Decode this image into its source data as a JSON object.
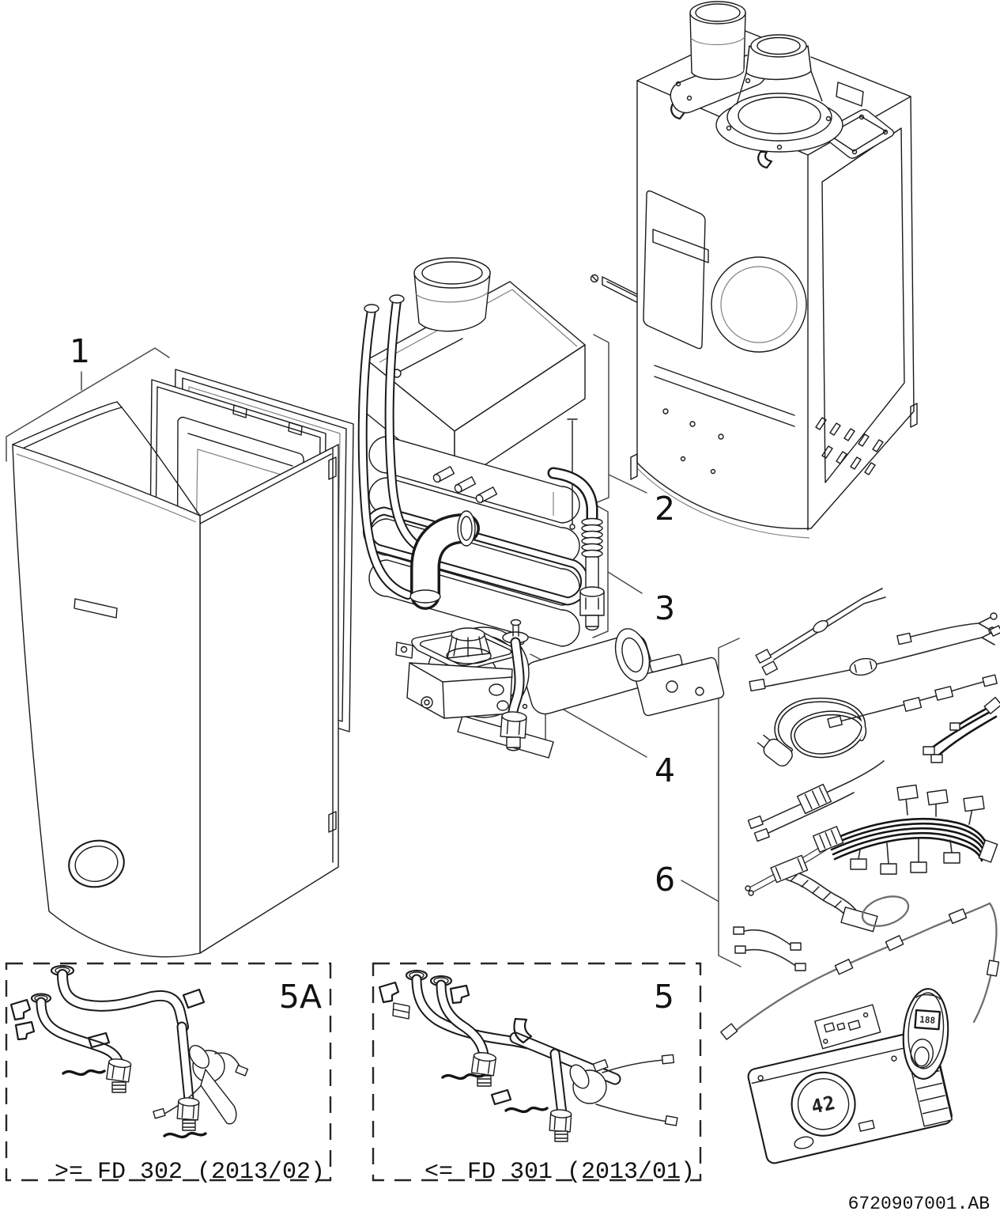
{
  "colors": {
    "background": "#ffffff",
    "line": "#1a1a1a",
    "leader": "#4a4a4a"
  },
  "callouts": {
    "n1": "1",
    "n2": "2",
    "n3": "3",
    "n4": "4",
    "n6": "6"
  },
  "variant_boxes": {
    "box_5a": {
      "label": "5A",
      "caption": ">= FD 302 (2013/02)"
    },
    "box_5": {
      "label": "5",
      "caption": "<= FD 301 (2013/01)"
    }
  },
  "control_unit": {
    "display_value": "42"
  },
  "remote_control": {
    "lcd_value": "188"
  },
  "footer": {
    "document_number": "6720907001.AB"
  }
}
